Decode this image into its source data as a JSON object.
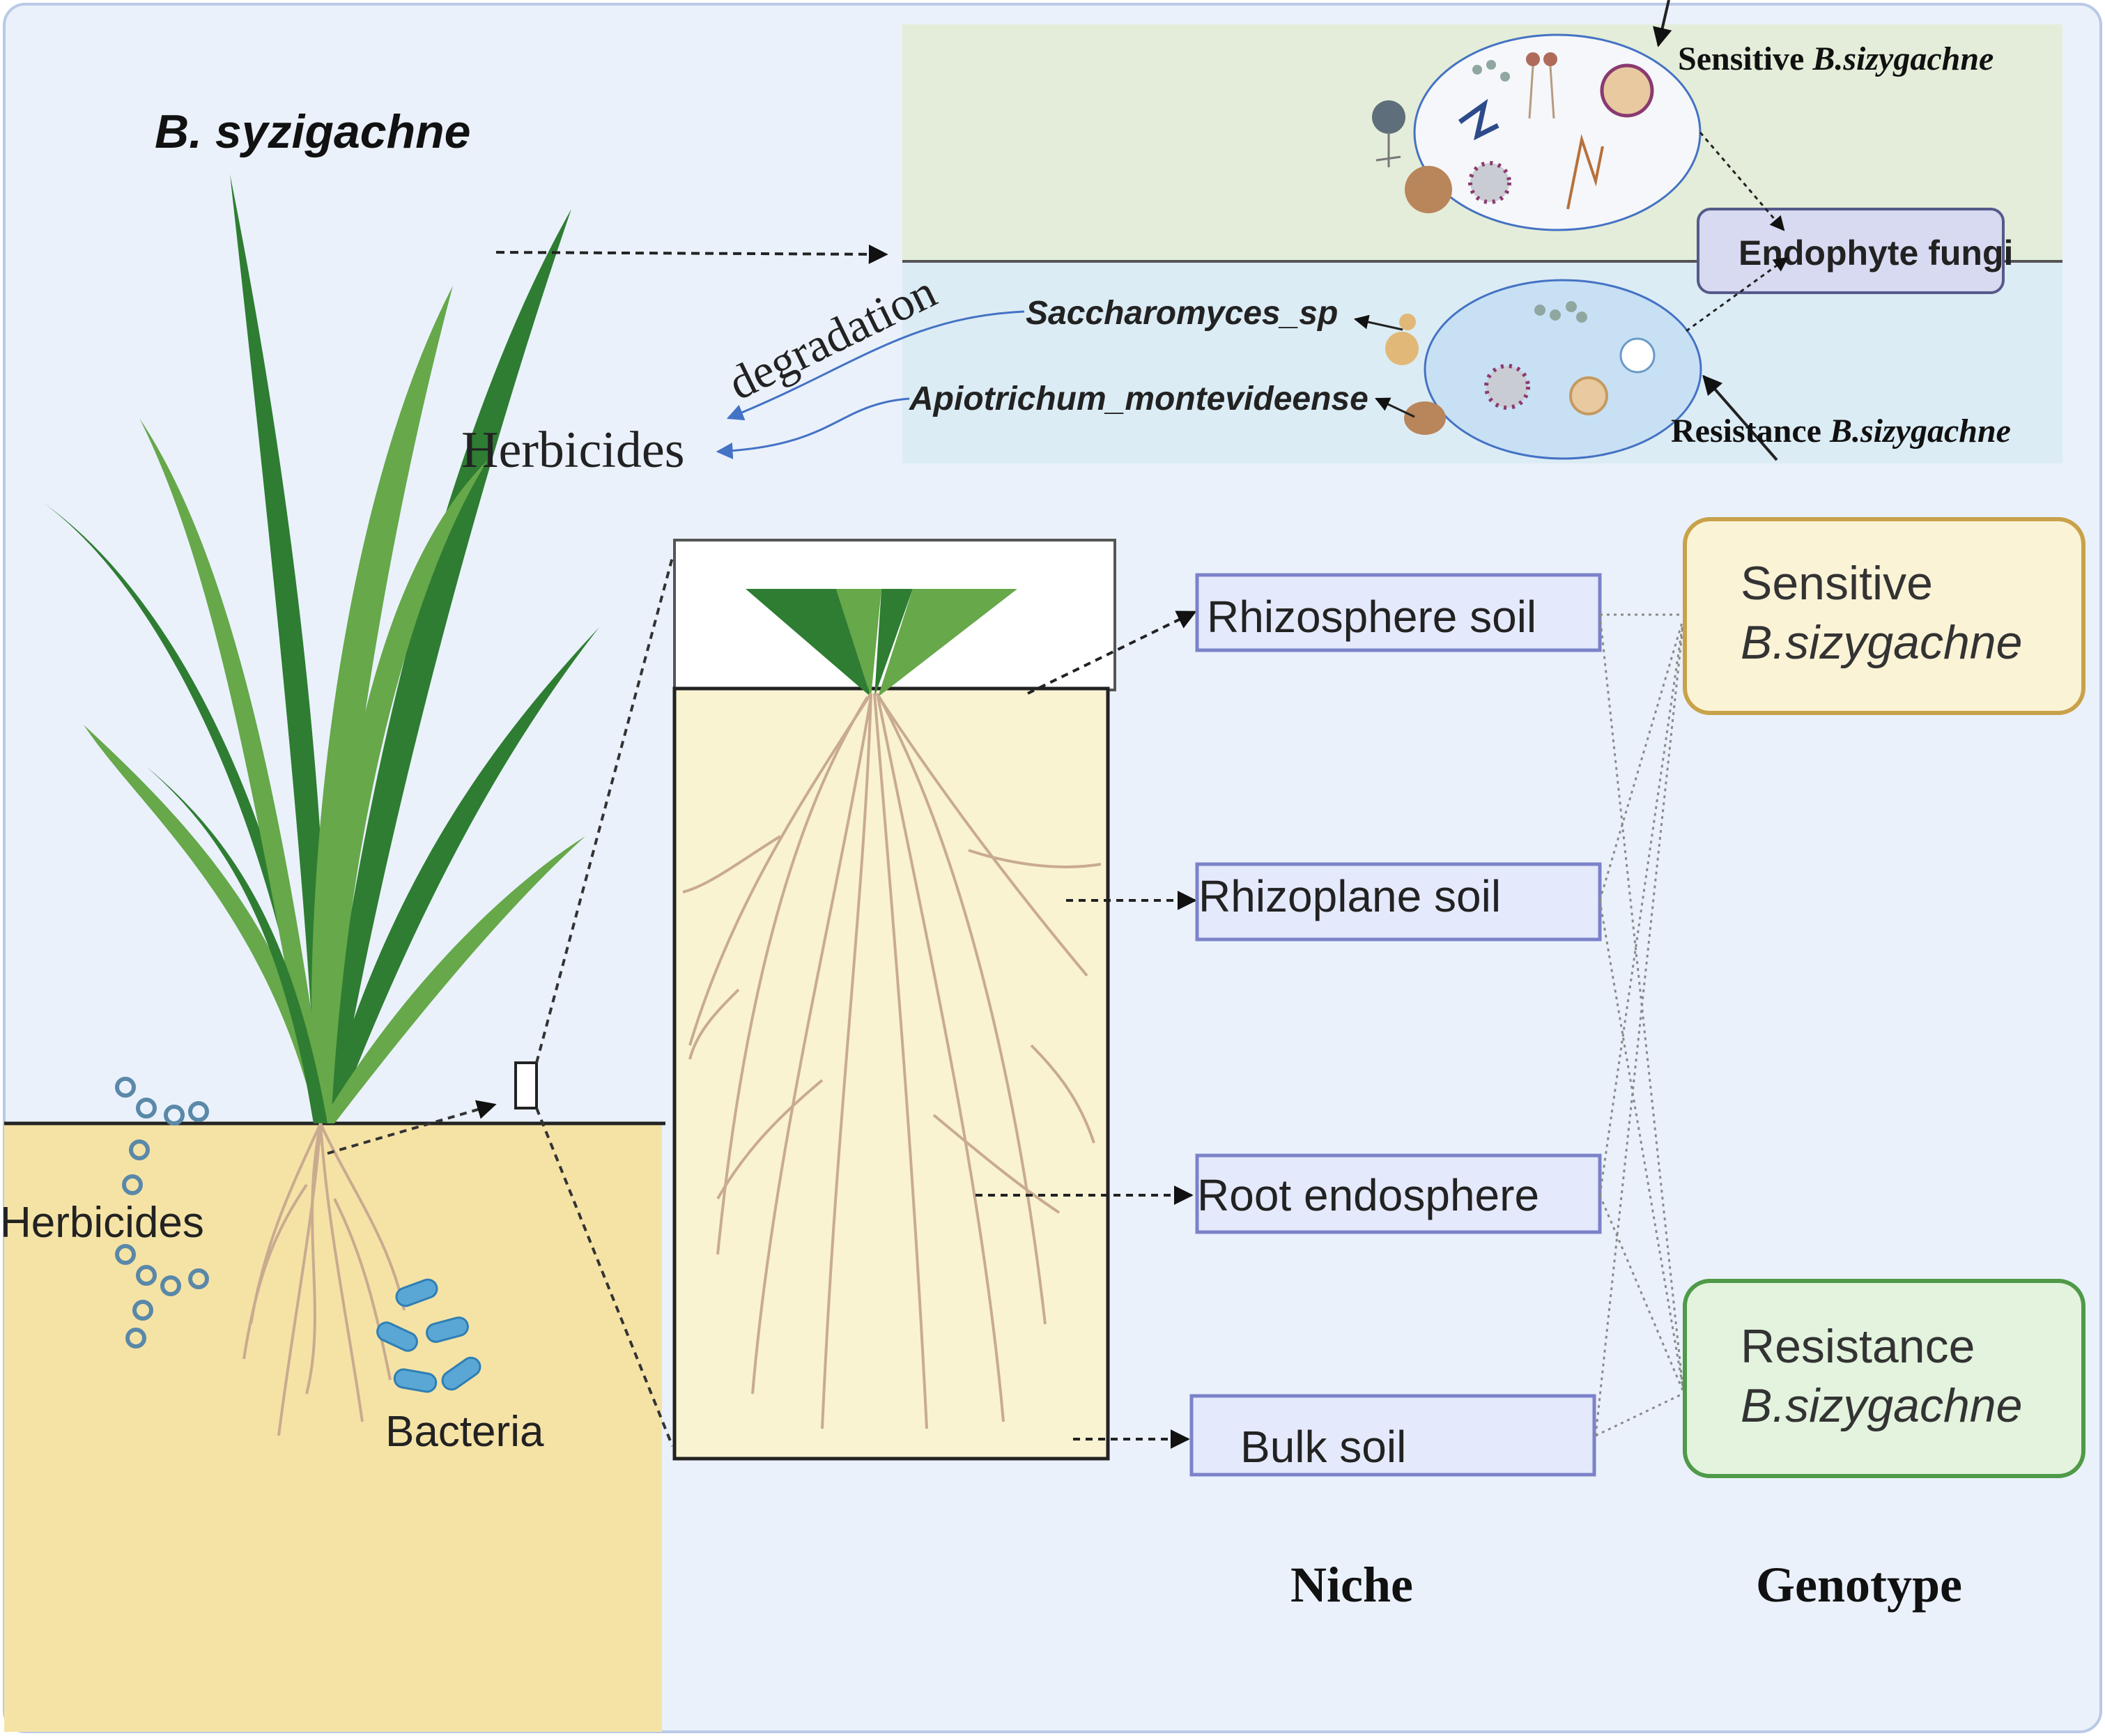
{
  "plant": {
    "title": "B. syzigachne"
  },
  "soil_labels": {
    "herbicides": "Herbicides",
    "bacteria": "Bacteria"
  },
  "endophyte_panel": {
    "sensitive_label_prefix": "Sensitive",
    "sensitive_label_species": "B.sizygachne",
    "resistance_label_prefix": "Resistance",
    "resistance_label_species": "B.sizygachne",
    "endophyte_box": "Endophyte fungi",
    "species_1": "Saccharomyces_sp",
    "species_2": "Apiotrichum_montevideense",
    "degradation": "degradation",
    "herbicides": "Herbicides"
  },
  "niches": [
    {
      "label": "Rhizosphere soil"
    },
    {
      "label": "Rhizoplane soil"
    },
    {
      "label": "Root endosphere"
    },
    {
      "label": "Bulk soil"
    }
  ],
  "genotypes": [
    {
      "line1": "Sensitive",
      "line2": "B.sizygachne"
    },
    {
      "line1": "Resistance",
      "line2": "B.sizygachne"
    }
  ],
  "column_headers": {
    "niche": "Niche",
    "genotype": "Genotype"
  },
  "colors": {
    "background": "#eaf1fb",
    "soil": "#f5e3a6",
    "panel_top": "#e4edd9",
    "panel_bottom": "#dcecf5",
    "dark_green": "#2e7d32",
    "light_green": "#66a84a",
    "root": "#c9ab90",
    "niche_border": "#7b82c9",
    "sensitive_box": "#fbf3d6",
    "sensitive_border": "#c8a24a",
    "resistance_box": "#e3f3de",
    "resistance_border": "#4f9a48",
    "arrow_blue": "#4472c4"
  }
}
